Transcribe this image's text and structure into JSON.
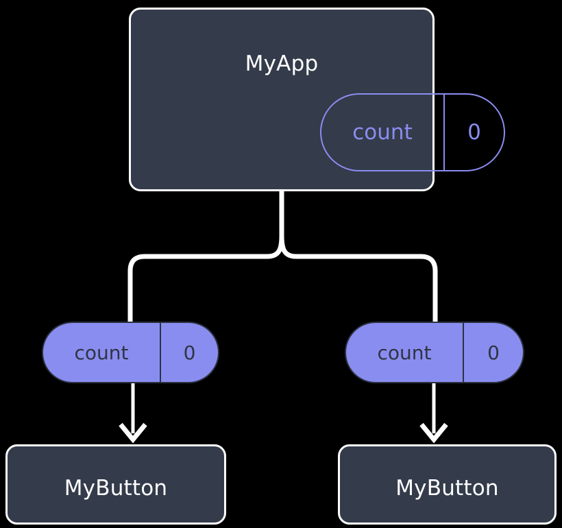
{
  "diagram": {
    "type": "component-state-tree",
    "background_color": "#000000",
    "colors": {
      "card_fill": "#343b4a",
      "card_border": "#ffffff",
      "accent_purple": "#8a8df0",
      "pill_text_dark": "#2f3542",
      "connector": "#ffffff"
    },
    "parent": {
      "title": "MyApp",
      "state_pill": {
        "key": "count",
        "value": "0",
        "style": "outlined"
      }
    },
    "branches": [
      {
        "prop_pill": {
          "key": "count",
          "value": "0",
          "style": "filled"
        },
        "child": {
          "title": "MyButton"
        }
      },
      {
        "prop_pill": {
          "key": "count",
          "value": "0",
          "style": "filled"
        },
        "child": {
          "title": "MyButton"
        }
      }
    ]
  }
}
